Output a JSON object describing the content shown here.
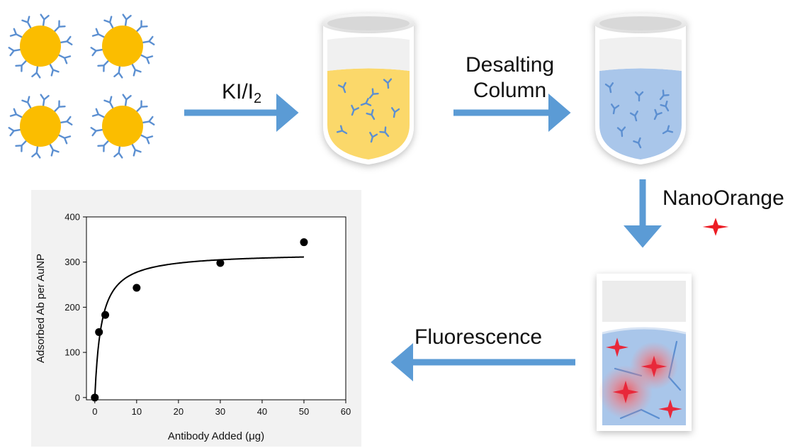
{
  "labels": {
    "step1_reagent": "KI/I",
    "step1_subscript": "2",
    "step2_line1": "Desalting",
    "step2_line2": "Column",
    "step3_reagent": "NanoOrange",
    "step4": "Fluorescence"
  },
  "colors": {
    "gold_particle": "#fbbd00",
    "antibody": "#5b8fd1",
    "arrow": "#5b9bd5",
    "yellow_liquid": "#fbd86a",
    "blue_liquid": "#a9c6ea",
    "star": "#ec1c24"
  },
  "icons": [
    "gold-nanoparticle-icon",
    "antibody-icon",
    "vial-icon",
    "star-icon"
  ],
  "chart_data": {
    "type": "scatter",
    "title": "",
    "xlabel": "Antibody Added (μg)",
    "ylabel": "Adsorbed Ab per AuNP",
    "xlim": [
      -2,
      60
    ],
    "ylim": [
      -5,
      400
    ],
    "xticks": [
      0,
      10,
      20,
      30,
      40,
      50,
      60
    ],
    "yticks": [
      0,
      100,
      200,
      300,
      400
    ],
    "grid": false,
    "legend": "none",
    "points": [
      {
        "x": 0,
        "y": 0
      },
      {
        "x": 1,
        "y": 145
      },
      {
        "x": 2.5,
        "y": 183
      },
      {
        "x": 10,
        "y": 243
      },
      {
        "x": 30,
        "y": 298
      },
      {
        "x": 50,
        "y": 344
      }
    ],
    "fit": {
      "model": "langmuir",
      "bmax": 321,
      "kd": 1.57,
      "x_range": [
        0,
        50
      ]
    }
  }
}
